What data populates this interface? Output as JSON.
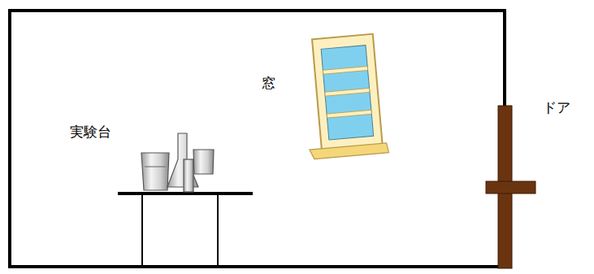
{
  "diagram": {
    "labels": [
      "実験台",
      "窓",
      "ドア"
    ]
  }
}
